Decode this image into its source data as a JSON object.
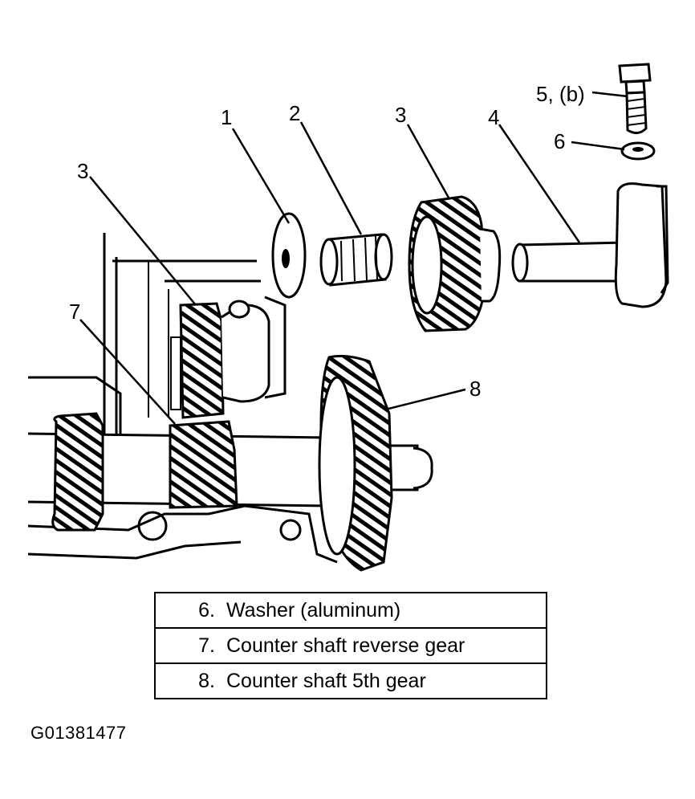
{
  "callouts": {
    "c1": "1",
    "c2": "2",
    "c3_top": "3",
    "c3_left": "3",
    "c4": "4",
    "c5": "5, (b)",
    "c6": "6",
    "c7": "7",
    "c8": "8"
  },
  "legend": [
    {
      "num": "6.",
      "text": "Washer (aluminum)"
    },
    {
      "num": "7.",
      "text": "Counter shaft reverse gear"
    },
    {
      "num": "8.",
      "text": "Counter shaft 5th gear"
    }
  ],
  "figure_id": "G01381477"
}
